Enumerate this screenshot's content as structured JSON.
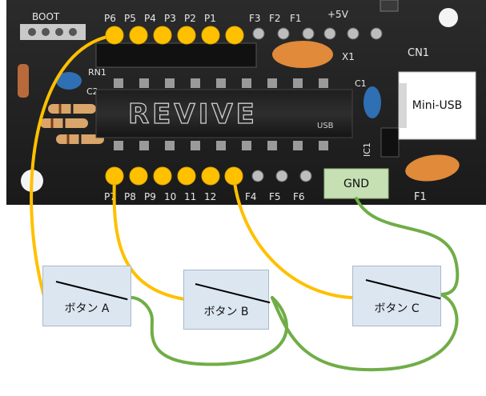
{
  "board": {
    "boot_label": "BOOT",
    "top_pin_labels": [
      "P6",
      "P5",
      "P4",
      "P3",
      "P2",
      "P1",
      "F3",
      "F2",
      "F1",
      "+5V"
    ],
    "bottom_pin_labels": [
      "P7",
      "P8",
      "P9",
      "10",
      "11",
      "12",
      "F4",
      "F5",
      "F6"
    ],
    "chip_text": "REVIVE",
    "chip_subtext": "USB",
    "component_labels": [
      "RN1",
      "C2",
      "X1",
      "CN1",
      "C1",
      "IC1",
      "F1"
    ]
  },
  "connectors": {
    "usb_label": "Mini-USB",
    "gnd_label": "GND"
  },
  "buttons": [
    {
      "label": "ボタン A"
    },
    {
      "label": "ボタン B"
    },
    {
      "label": "ボタン C"
    }
  ],
  "colors": {
    "signal_wire": "#ffc000",
    "ground_wire": "#70ad47",
    "button_fill": "#dce6f1",
    "gnd_fill": "#c6e0b4",
    "pin_dot": "#ffc000"
  }
}
